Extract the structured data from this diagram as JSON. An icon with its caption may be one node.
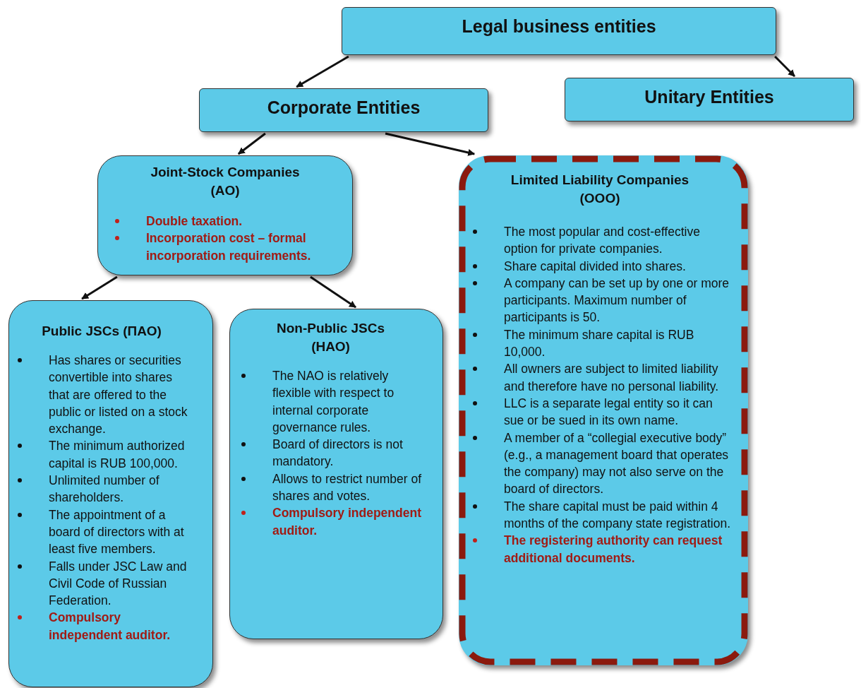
{
  "diagram": {
    "nodes": [
      {
        "text": [
          "Legal business entities"
        ]
      },
      {
        "text": [
          "Corporate Entities"
        ]
      },
      {
        "text": [
          "Unitary Entities"
        ]
      },
      {
        "text": [
          "Joint-Stock Companies (AO)",
          "Double taxation.",
          "Incorporation cost – formal incorporation requirements."
        ]
      },
      {
        "text": [
          "Limited Liability Companies (OOO)",
          "The most popular and cost-effective option for private companies.",
          "Share capital divided into shares.",
          "A company can be set up by one or more participants. Maximum number of participants is 50.",
          "The minimum share capital is RUB 10,000.",
          "All owners are subject to limited liability and therefore have no personal liability.",
          "LLC is a separate legal entity so it can sue or be sued in its own name.",
          "A member of a “collegial executive body” (e.g., a management board that operates the company) may not also serve on the board of directors.",
          "The share capital must be paid within 4 months of the company state registration.",
          "The registering authority can request additional documents."
        ]
      },
      {
        "text": [
          "Public JSCs (ПАО)",
          "Has shares or securities convertible into shares that are offered to the public or listed on a stock exchange.",
          "The minimum authorized capital is RUB 100,000.",
          "Unlimited number of shareholders.",
          "The appointment of a board of directors with at least five members.",
          "Falls under JSC Law and Civil Code of Russian Federation.",
          "Compulsory independent auditor."
        ]
      },
      {
        "text": [
          "Non-Public JSCs (НАО)",
          "The NAO is relatively flexible with respect to internal corporate governance rules.",
          "Board of directors is not mandatory.",
          "Allows to restrict number of shares and votes.",
          "Compulsory independent auditor."
        ]
      }
    ],
    "edges": [
      {
        "from": 0,
        "to": 1,
        "arrow": "to"
      },
      {
        "from": 0,
        "to": 2,
        "arrow": "to"
      },
      {
        "from": 1,
        "to": 3,
        "arrow": "to"
      },
      {
        "from": 1,
        "to": 4,
        "arrow": "to"
      },
      {
        "from": 3,
        "to": 5,
        "arrow": "to"
      },
      {
        "from": 3,
        "to": 6,
        "arrow": "to"
      }
    ]
  }
}
